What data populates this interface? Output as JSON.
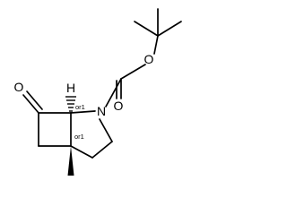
{
  "molecule": {
    "atom_labels": {
      "ring_oxygen": "O",
      "ester_oxygen": "O",
      "carbonyl_oxygen": "O",
      "nitrogen": "N",
      "hydrogen": "H"
    },
    "stereo_labels": {
      "bridgehead_top": "or1",
      "bridgehead_bottom": "or1"
    }
  }
}
